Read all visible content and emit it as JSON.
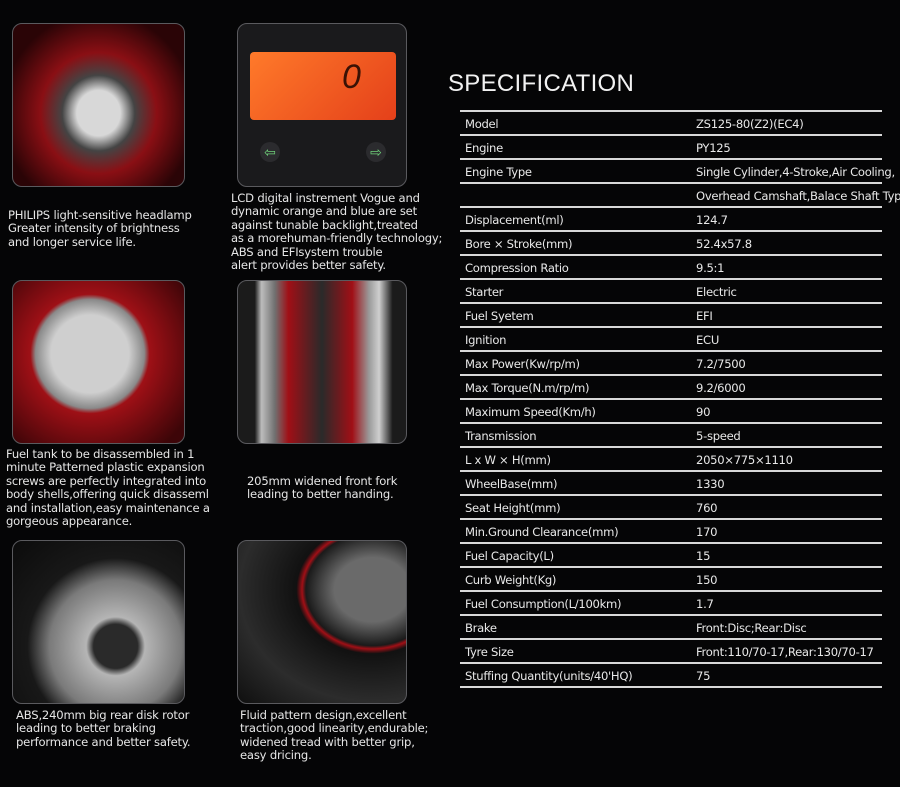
{
  "features": [
    {
      "caption": "PHILIPS light-sensitive headlamp\nGreater intensity of brightness\nand longer service life.",
      "image": "headlamp"
    },
    {
      "caption": "LCD digital instrement Vogue and\ndynamic orange and blue are set\nagainst tunable backlight,treated\nas a morehuman-friendly technology;\nABS and EFIsystem trouble\nalert provides better safety.",
      "image": "lcd-instrument",
      "display_reading": "0"
    },
    {
      "caption": "Fuel tank to be disassembled in 1\nminute Patterned plastic expansion\nscrews are perfectly integrated into\nbody shells,offering quick disasseml\nand installation,easy maintenance a\ngorgeous appearance.",
      "image": "fuel-tank-cap"
    },
    {
      "caption": "205mm widened front fork\nleading to better handing.",
      "image": "front-fork"
    },
    {
      "caption": "ABS,240mm big rear disk rotor\nleading to better braking\nperformance and better safety.",
      "image": "disk-rotor"
    },
    {
      "caption": "Fluid pattern design,excellent\ntraction,good linearity,endurable;\nwidened tread with better grip,\neasy dricing.",
      "image": "tyre"
    }
  ],
  "spec": {
    "title": "SPECIFICATION",
    "rows": [
      [
        "Model",
        "ZS125-80(Z2)(EC4)"
      ],
      [
        "Engine",
        "PY125"
      ],
      [
        "Engine Type",
        "Single Cylinder,4-Stroke,Air Cooling,"
      ],
      [
        "",
        "Overhead Camshaft,Balace Shaft Type"
      ],
      [
        "Displacement(ml)",
        "124.7"
      ],
      [
        "Bore × Stroke(mm)",
        "52.4x57.8"
      ],
      [
        "Compression Ratio",
        "9.5:1"
      ],
      [
        "Starter",
        "Electric"
      ],
      [
        "Fuel Syetem",
        "EFI"
      ],
      [
        "Ignition",
        "ECU"
      ],
      [
        "Max Power(Kw/rp/m)",
        "7.2/7500"
      ],
      [
        "Max Torque(N.m/rp/m)",
        "9.2/6000"
      ],
      [
        "Maximum Speed(Km/h)",
        "90"
      ],
      [
        "Transmission",
        "5-speed"
      ],
      [
        "L x W × H(mm)",
        "2050×775×1110"
      ],
      [
        "WheelBase(mm)",
        "1330"
      ],
      [
        "Seat Height(mm)",
        "760"
      ],
      [
        "Min.Ground Clearance(mm)",
        "170"
      ],
      [
        "Fuel Capacity(L)",
        "15"
      ],
      [
        "Curb Weight(Kg)",
        "150"
      ],
      [
        "Fuel Consumption(L/100km)",
        "1.7"
      ],
      [
        "Brake",
        "Front:Disc;Rear:Disc"
      ],
      [
        "Tyre Size",
        "Front:110/70-17,Rear:130/70-17"
      ],
      [
        "Stuffing Quantity(units/40'HQ)",
        "75"
      ]
    ]
  },
  "colors": {
    "background": "#050506",
    "accent_red": "#a00f16",
    "lcd_orange": "#ff7a2a"
  }
}
